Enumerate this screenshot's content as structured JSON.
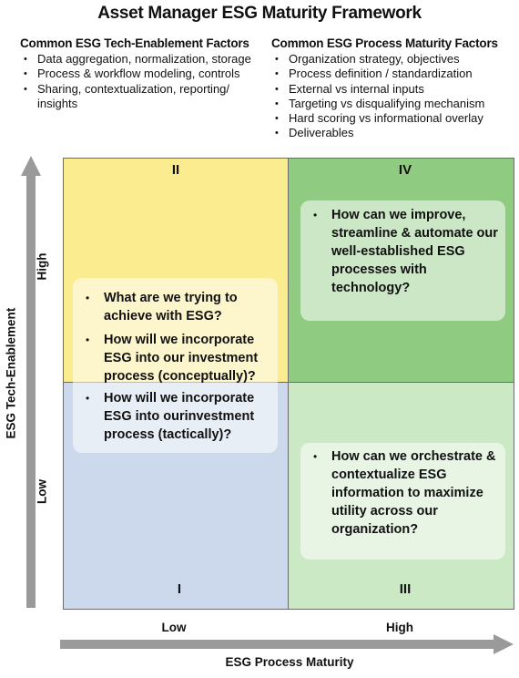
{
  "title": "Asset Manager ESG Maturity Framework",
  "tech_factors": {
    "heading": "Common ESG Tech-Enablement Factors",
    "items": [
      "Data aggregation, normalization, storage",
      "Process & workflow modeling, controls",
      "Sharing, contextualization, reporting/ insights"
    ]
  },
  "process_factors": {
    "heading": "Common ESG Process Maturity Factors",
    "items": [
      "Organization strategy, objectives",
      "Process definition / standardization",
      "External vs internal inputs",
      "Targeting vs disqualifying mechanism",
      "Hard scoring vs informational overlay",
      "Deliverables"
    ]
  },
  "quadrants": {
    "q1": "I",
    "q2": "II",
    "q3": "III",
    "q4": "IV"
  },
  "quadrant_colors": {
    "q1": "#ccd9ec",
    "q2": "#fbec90",
    "q3": "#cce9c6",
    "q4": "#8fcb80"
  },
  "questions": {
    "left": [
      "What are we trying to achieve with ESG?",
      "How will we incorporate ESG into our investment process (conceptually)?",
      "How will we incorporate ESG into ourinvestment process (tactically)?"
    ],
    "q4": [
      "How can we improve, streamline & automate our well-established ESG processes with technology?"
    ],
    "q3": [
      "How can we orchestrate & contextualize ESG information to maximize utility across our organization?"
    ]
  },
  "axes": {
    "y_label": "ESG Tech-Enablement",
    "y_high": "High",
    "y_low": "Low",
    "x_label": "ESG Process Maturity",
    "x_low": "Low",
    "x_high": "High"
  }
}
